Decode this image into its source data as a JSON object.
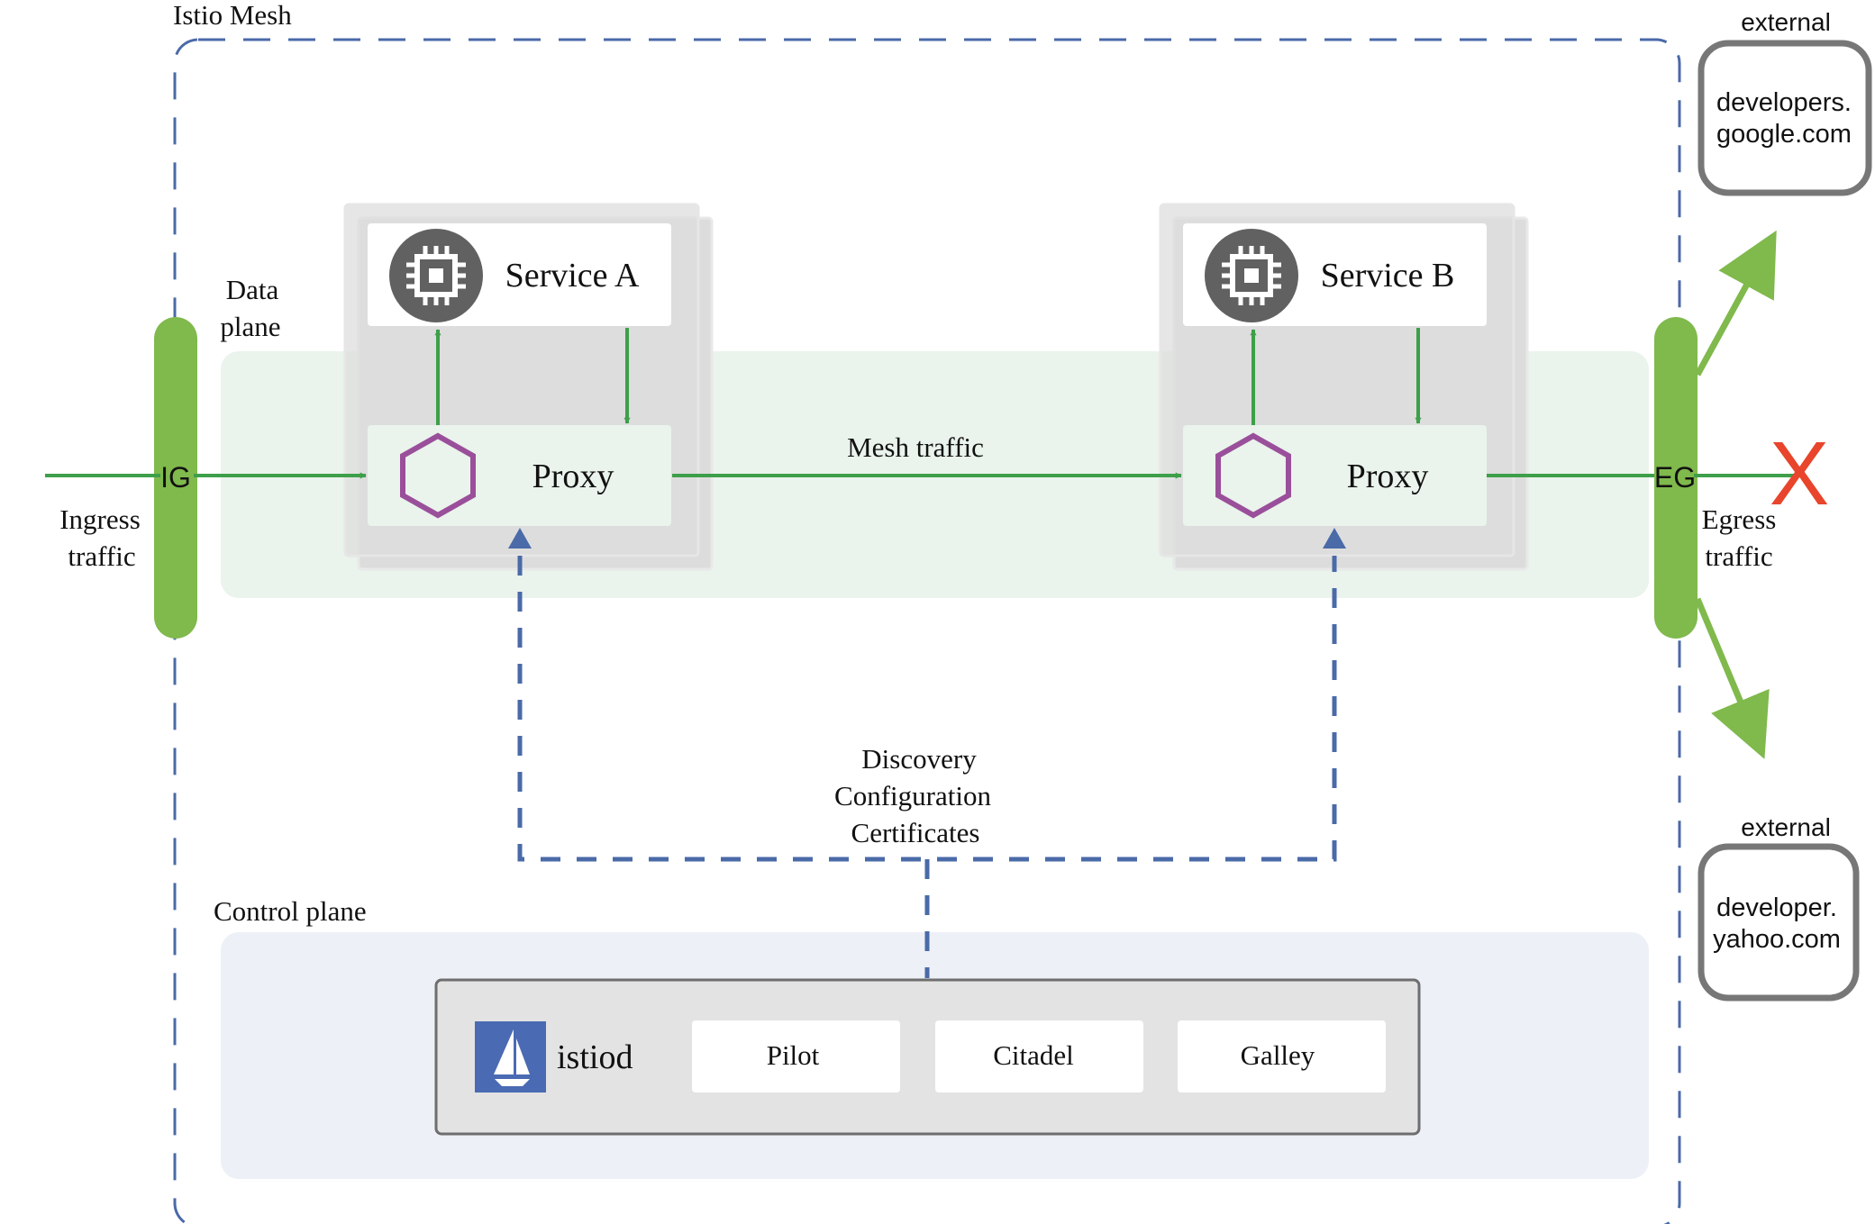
{
  "mesh": {
    "title": "Istio Mesh"
  },
  "data_plane": {
    "label_line1": "Data",
    "label_line2": "plane"
  },
  "control_plane": {
    "label": "Control plane"
  },
  "ingress": {
    "gateway": "IG",
    "label_line1": "Ingress",
    "label_line2": "traffic"
  },
  "egress": {
    "gateway": "EG",
    "label_line1": "Egress",
    "label_line2": "traffic"
  },
  "service_a": {
    "name": "Service A",
    "proxy": "Proxy"
  },
  "service_b": {
    "name": "Service B",
    "proxy": "Proxy"
  },
  "mesh_traffic": {
    "label": "Mesh traffic"
  },
  "control_links": {
    "line1": "Discovery",
    "line2": "Configuration",
    "line3": "Certificates"
  },
  "istiod": {
    "name": "istiod",
    "components": [
      "Pilot",
      "Citadel",
      "Galley"
    ]
  },
  "externals": [
    {
      "caption": "external",
      "line1": "developers.",
      "line2": "google.com",
      "allowed": true
    },
    {
      "caption": "external",
      "line1": "developer.",
      "line2": "yahoo.com",
      "allowed": true
    }
  ],
  "blocked_marker": "X",
  "colors": {
    "green": "#3e9f4a",
    "gateway_green": "#80b94c",
    "dash_blue": "#4a6aa8",
    "hexagon": "#9a4f9a",
    "block_red": "#e8452c",
    "data_plane_fill": "#eaf3ec",
    "control_plane_fill": "#edf0f7"
  },
  "icons": {
    "service": "chip-icon",
    "proxy": "hexagon-icon",
    "istiod": "sail-logo-icon"
  }
}
